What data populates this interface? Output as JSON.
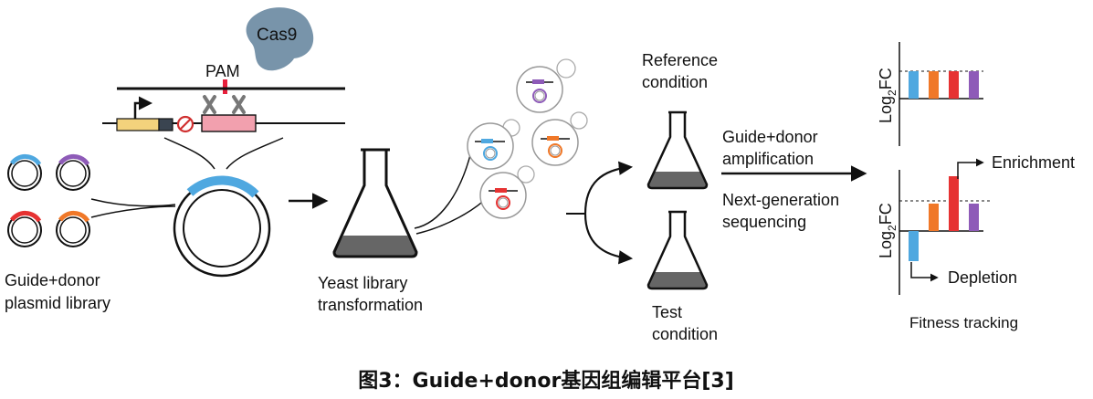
{
  "cas9": "Cas9",
  "pam": "PAM",
  "library": {
    "line1": "Guide+donor",
    "line2": "plasmid library"
  },
  "yeast": {
    "line1": "Yeast library",
    "line2": "transformation"
  },
  "reference": {
    "line1": "Reference",
    "line2": "condition"
  },
  "test": {
    "line1": "Test",
    "line2": "condition"
  },
  "process": {
    "line1": "Guide+donor",
    "line2": "amplification",
    "line3": "Next-generation",
    "line4": "sequencing"
  },
  "axis_label": {
    "base": "Log",
    "sub": "2",
    "rest": "FC"
  },
  "enrichment": "Enrichment",
  "depletion": "Depletion",
  "fitness": "Fitness tracking",
  "caption": "图3：Guide+donor基因组编辑平台[3]",
  "colors": {
    "blue": "#4fa8e0",
    "purple": "#8e5bb8",
    "red": "#e63232",
    "orange": "#f07828",
    "cas9": "#7894aa",
    "promoter": "#f3d27c",
    "dark_block": "#3a4450",
    "target_box": "#f2a0ae",
    "pam_mark": "#e8203c",
    "flask_liquid": "#666666",
    "cut_x": "#777777"
  },
  "chart_data": [
    {
      "type": "bar",
      "title": "",
      "ylabel": "Log2FC",
      "categories": [
        "blue",
        "orange",
        "red",
        "purple"
      ],
      "values": [
        1,
        1,
        1,
        1
      ],
      "baseline": 1
    },
    {
      "type": "bar",
      "title": "",
      "ylabel": "Log2FC",
      "categories": [
        "blue",
        "orange",
        "red",
        "purple"
      ],
      "values": [
        -1.1,
        1,
        2,
        1
      ],
      "baseline": 1,
      "annotations": [
        "Enrichment",
        "Depletion"
      ]
    }
  ]
}
